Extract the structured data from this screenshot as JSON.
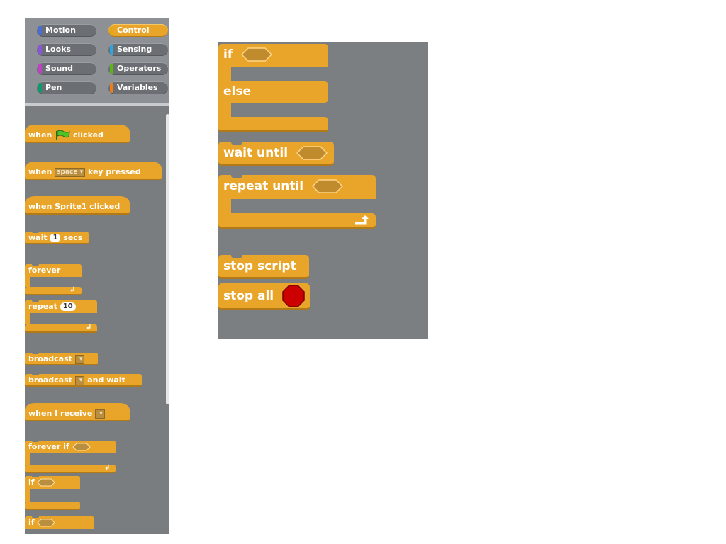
{
  "categories": [
    {
      "label": "Motion",
      "color": "#4a6cd4",
      "active": false
    },
    {
      "label": "Control",
      "color": "#e1a91a",
      "active": true
    },
    {
      "label": "Looks",
      "color": "#8a55d7",
      "active": false
    },
    {
      "label": "Sensing",
      "color": "#2ca5e2",
      "active": false
    },
    {
      "label": "Sound",
      "color": "#bb42c3",
      "active": false
    },
    {
      "label": "Operators",
      "color": "#5cb712",
      "active": false
    },
    {
      "label": "Pen",
      "color": "#0e9a6c",
      "active": false
    },
    {
      "label": "Variables",
      "color": "#ee7d16",
      "active": false
    }
  ],
  "palette": {
    "when_flag": {
      "pre": "when",
      "post": "clicked"
    },
    "when_key": {
      "pre": "when",
      "key": "space",
      "post": "key pressed"
    },
    "when_sprite": {
      "label": "when Sprite1 clicked"
    },
    "wait": {
      "pre": "wait",
      "value": "1",
      "post": "secs"
    },
    "forever": {
      "label": "forever"
    },
    "repeat": {
      "pre": "repeat",
      "value": "10"
    },
    "broadcast": {
      "label": "broadcast"
    },
    "broadcast_wait": {
      "pre": "broadcast",
      "post": "and wait"
    },
    "when_receive": {
      "label": "when I receive"
    },
    "forever_if": {
      "label": "forever if"
    },
    "if1": {
      "label": "if"
    },
    "if2": {
      "label": "if"
    }
  },
  "zoom": {
    "if_label": "if",
    "else_label": "else",
    "wait_until": "wait until",
    "repeat_until": "repeat until",
    "stop_script": "stop script",
    "stop_all": "stop all"
  },
  "colors": {
    "block": "#e8a529",
    "block_shadow": "#b27a16",
    "palette_bg": "#7a7d80",
    "stop_sign": "#cc0000"
  }
}
